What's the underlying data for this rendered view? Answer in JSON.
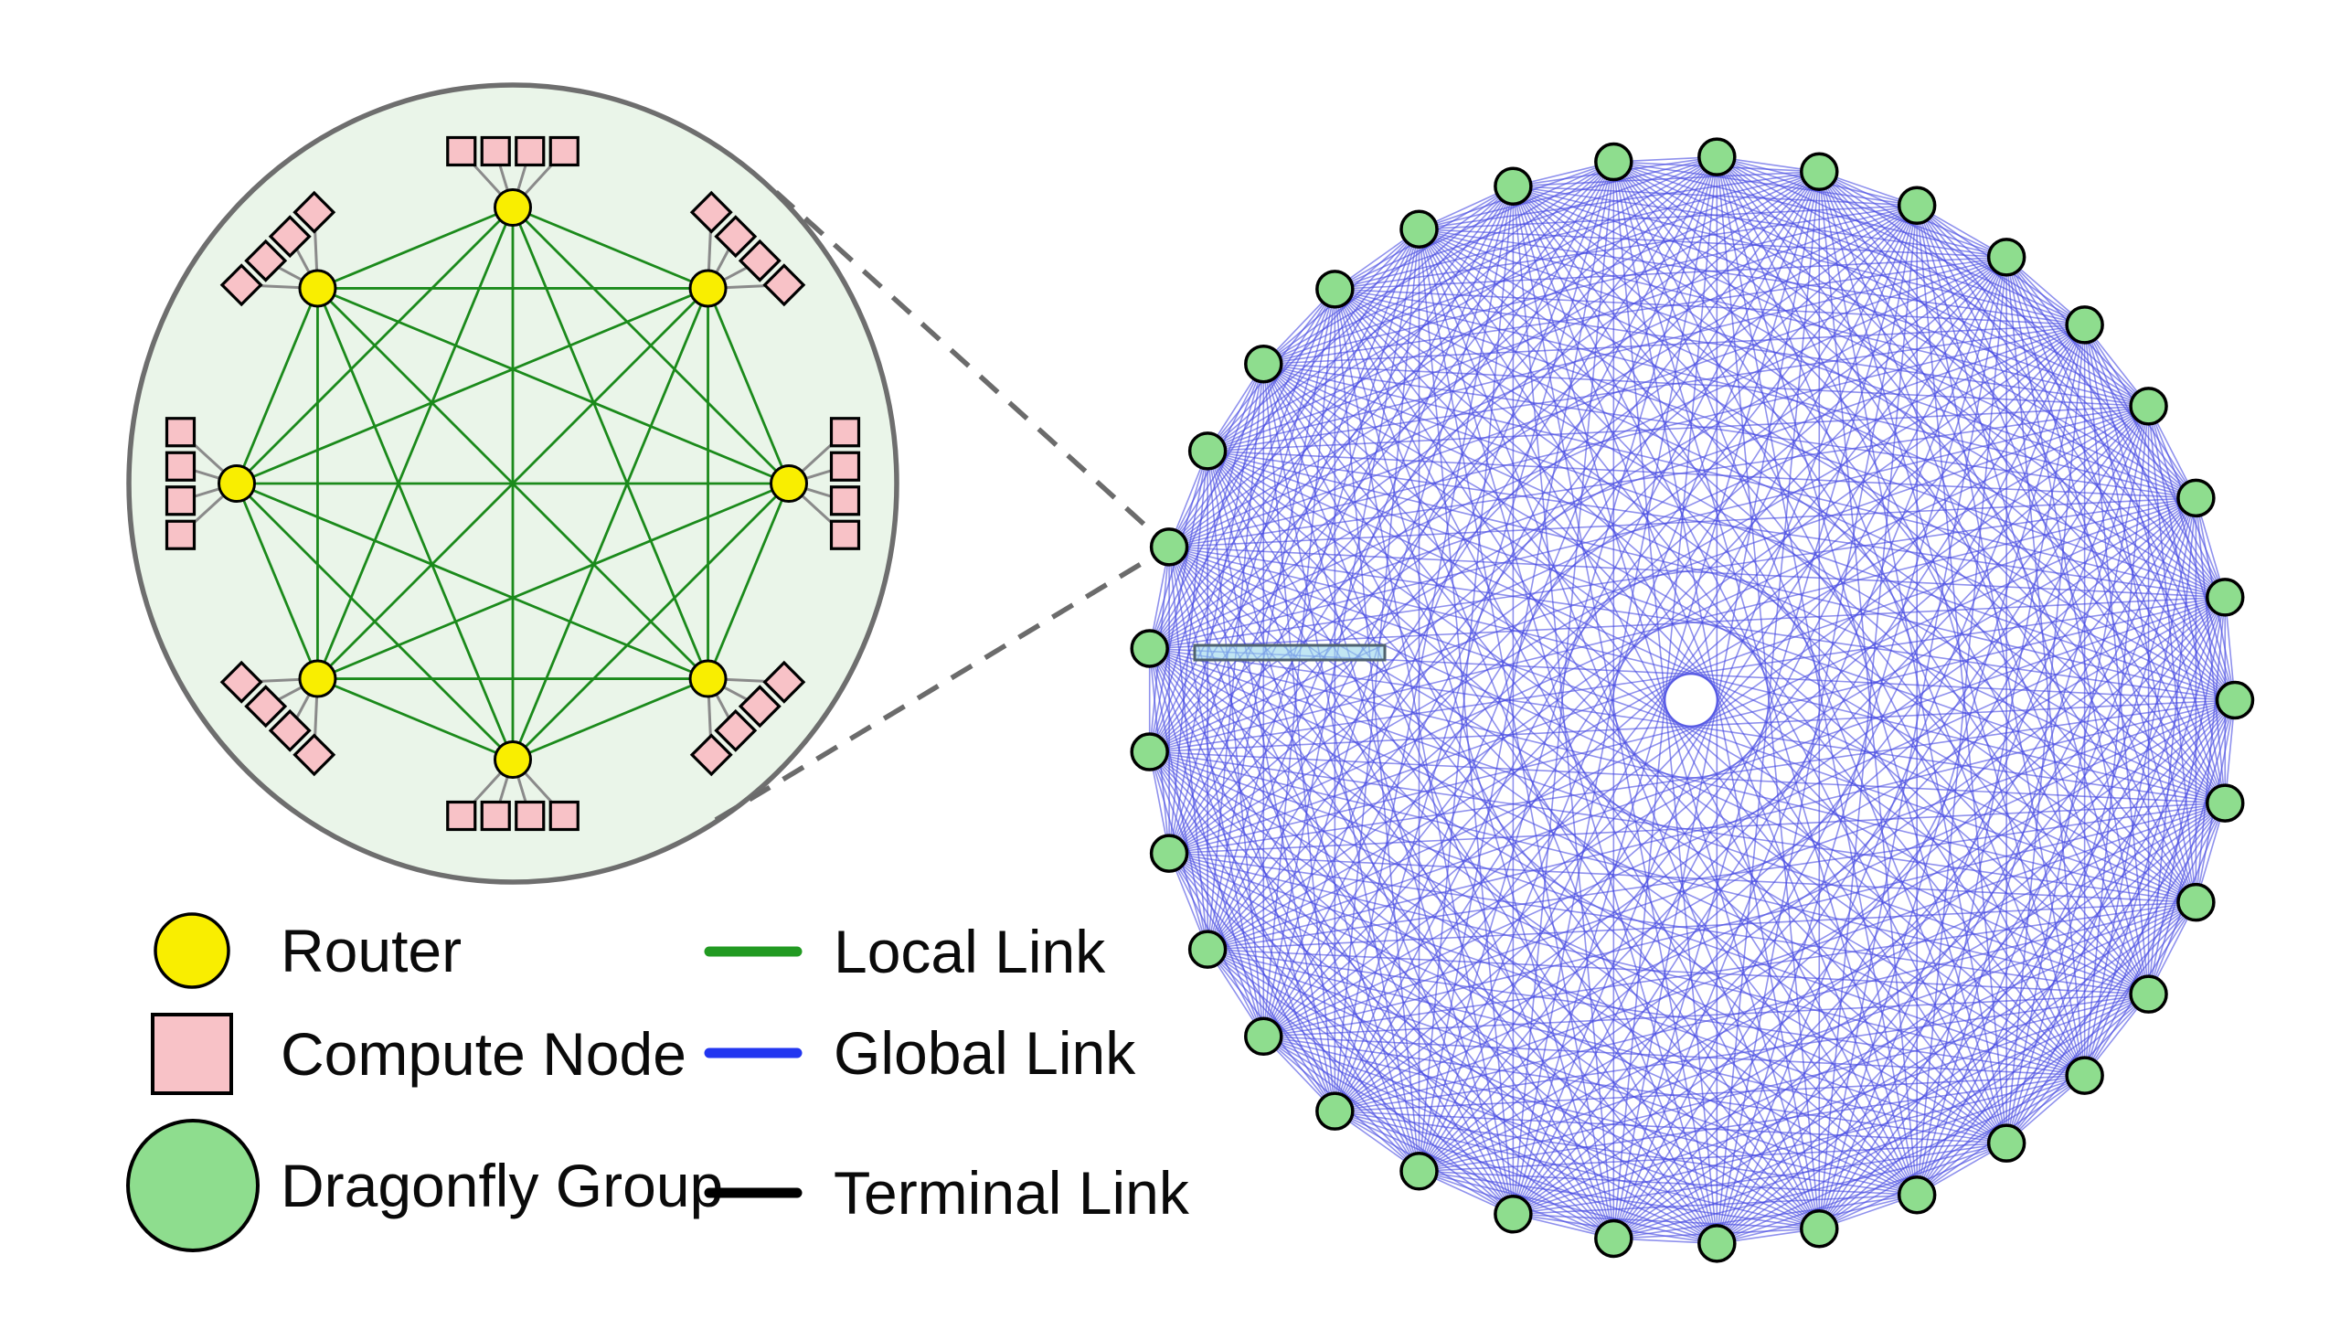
{
  "figure": {
    "description": "Dragonfly topology: zoomed group inset connected by dashed callout to one group of a fully-connected global network"
  },
  "legend": {
    "symbols": [
      {
        "label": "Router",
        "shape": "circle",
        "fill": "#f9ee00",
        "stroke": "#000000"
      },
      {
        "label": "Compute Node",
        "shape": "square",
        "fill": "#f8c2c7",
        "stroke": "#000000"
      },
      {
        "label": "Dragonfly Group",
        "shape": "circle",
        "fill": "#8edd8e",
        "stroke": "#000000"
      }
    ],
    "links": [
      {
        "label": "Local Link",
        "color": "#219a21"
      },
      {
        "label": "Global Link",
        "color": "#2236f0"
      },
      {
        "label": "Terminal Link",
        "color": "#000000"
      }
    ]
  },
  "group_detail": {
    "router_count": 8,
    "compute_nodes_per_router": 4,
    "background_fill": "#eaf5e9",
    "border_color": "#6e6e6e",
    "router_fill": "#f9ee00",
    "router_stroke": "#000000",
    "compute_fill": "#f8c2c7",
    "compute_stroke": "#000000",
    "local_link_color": "#1b8a1b",
    "terminal_link_color": "#8a8a8a"
  },
  "global_view": {
    "group_count": 33,
    "node_fill": "#8edd8e",
    "node_stroke": "#000000",
    "global_link_color": "rgba(68,72,225,0.6)",
    "highlighted_link": {
      "stroke": "#4f616f",
      "fill": "rgba(151,213,235,0.6)"
    }
  },
  "callout": {
    "style": "dashed",
    "line_color": "#6b6b6b"
  }
}
